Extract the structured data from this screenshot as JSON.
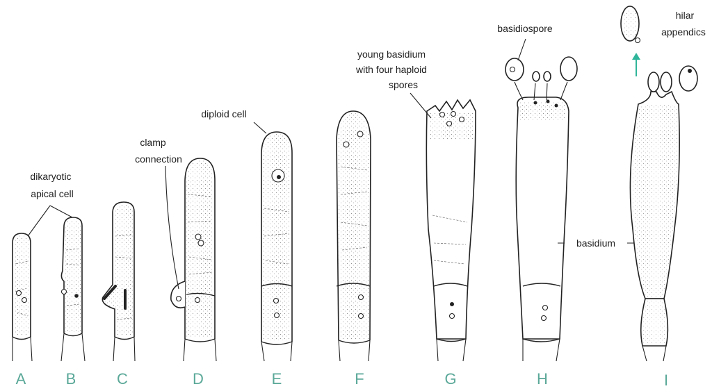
{
  "labels": {
    "dikaryotic_line1": "dikaryotic",
    "dikaryotic_line2": "apical cell",
    "clamp_line1": "clamp",
    "clamp_line2": "connection",
    "diploid": "diploid cell",
    "young_line1": "young basidium",
    "young_line2": "with four haploid",
    "young_line3": "spores",
    "basidiospore": "basidiospore",
    "hilar_line1": "hilar",
    "hilar_line2": "appendics",
    "basidium": "basidium"
  },
  "stages": [
    "A",
    "B",
    "C",
    "D",
    "E",
    "F",
    "G",
    "H",
    "I"
  ],
  "colors": {
    "stage_letters": "#5aa898",
    "arrow": "#2fb59a",
    "ink": "#222222"
  }
}
